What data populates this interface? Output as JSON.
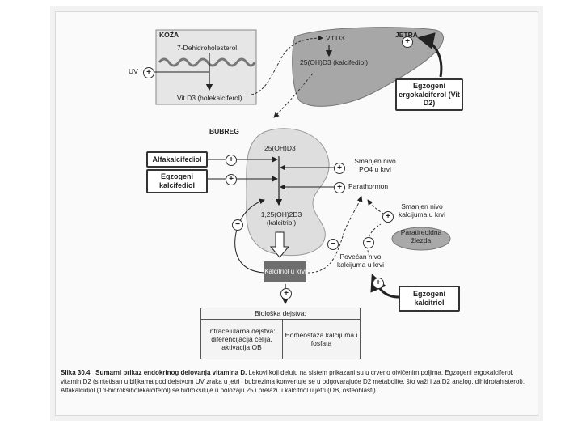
{
  "skin": {
    "title": "KOŽA",
    "precursor": "7-Dehidroholesterol",
    "uv": "UV",
    "product": "Vit D3 (holekalciferol)"
  },
  "liver": {
    "title": "JETRA",
    "vit_d3": "Vit D3",
    "calcifediol": "25(OH)D3 (kalcifediol)"
  },
  "kidney": {
    "title": "BUBREG",
    "calcifediol": "25(OH)D3",
    "calcitriol": "1,25(OH)2D3 (kalcitriol)"
  },
  "boxes": {
    "ergocalciferol": "Egzogeni ergokalciferol (Vit D2)",
    "alfacalcidiol": "Alfakalcifediol",
    "exo_calcifediol": "Egzogeni kalcifediol",
    "exo_calcitriol": "Egzogeni kalcitriol"
  },
  "factors": {
    "low_phosphate": "Smanjen nivo PO4 u krvi",
    "parathormone": "Parathormon",
    "low_calcium": "Smanjen nivo kalcijuma u krvi",
    "parathyroid": "Paratireoidna žlezda",
    "high_calcium": "Povećan nivo kalcijuma u krvi"
  },
  "calcitriol_blood": "Kalcitriol u krvi",
  "effects": {
    "title": "Biološka dejstva:",
    "intracellular": "Intracelularna dejstva: diferencijacija ćelija, aktivacija OB",
    "homeostasis": "Homeostaza kalcijuma i fosfata"
  },
  "signs": {
    "plus": "+",
    "minus": "−"
  },
  "caption": {
    "label": "Slika 30.4",
    "title": "Sumarni prikaz endokrinog delovanja vitamina D.",
    "text": "Lekovi koji deluju na sistem prikazani su u crveno oivičenim poljima. Egzogeni ergokalciferol, vitamin D2 (sintetisan u biljkama pod dejstvom UV zraka u jetri i bubrezima konvertuje se u odgovarajuće D2 metabolite, što važi i za D2 analog, dihidrotahisterol). Alfakalcidiol (1α-hidroksiholekalciferol) se hidroksiluje u položaju 25 i prelazi u kalcitriol u jetri (OB, osteoblasti)."
  }
}
